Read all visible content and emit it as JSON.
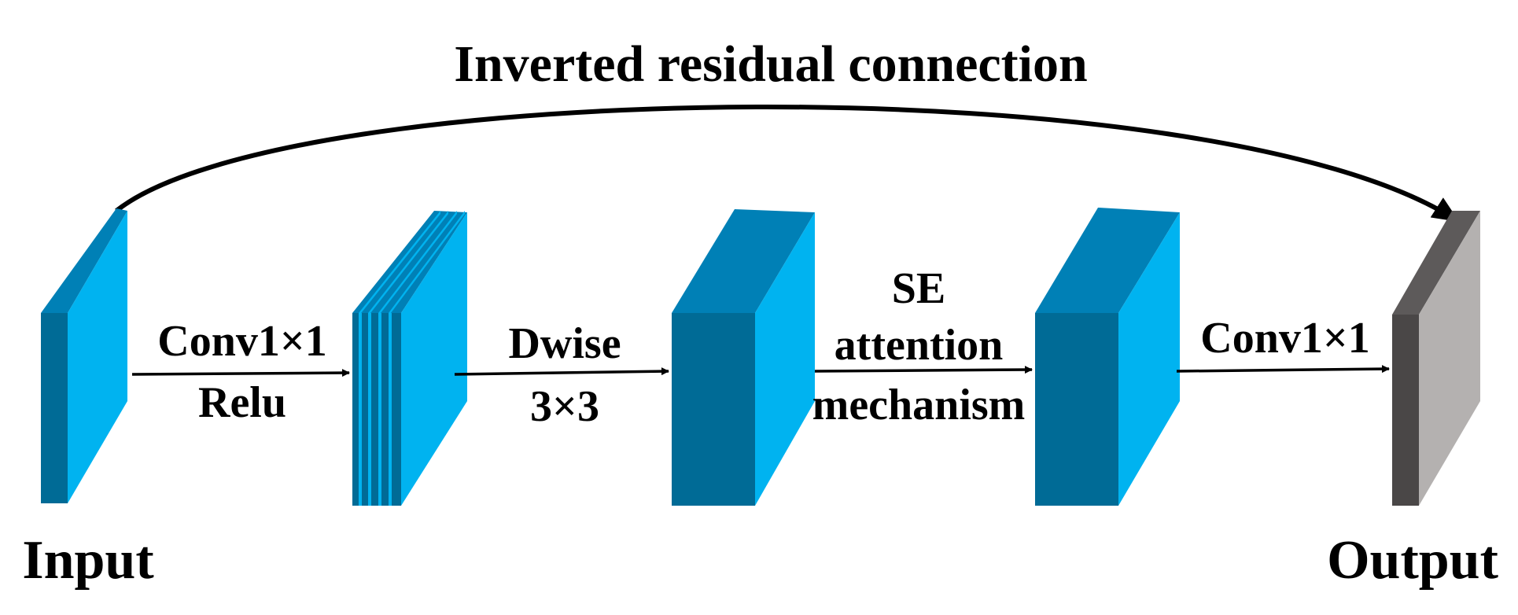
{
  "title": "Inverted residual connection",
  "input_label": "Input",
  "output_label": "Output",
  "operations": [
    {
      "lines": [
        "Conv1×1",
        "Relu"
      ]
    },
    {
      "lines": [
        "Dwise",
        "3×3"
      ]
    },
    {
      "lines": [
        "SE",
        "attention",
        "mechanism"
      ]
    },
    {
      "lines": [
        "Conv1×1"
      ]
    }
  ],
  "colors": {
    "block_front": "#006b96",
    "block_top": "#0080b6",
    "block_side": "#00b3f0",
    "output_front": "#4a4747",
    "output_top": "#5d5a5a",
    "output_side": "#b4b1b0",
    "arrow": "#000000"
  }
}
